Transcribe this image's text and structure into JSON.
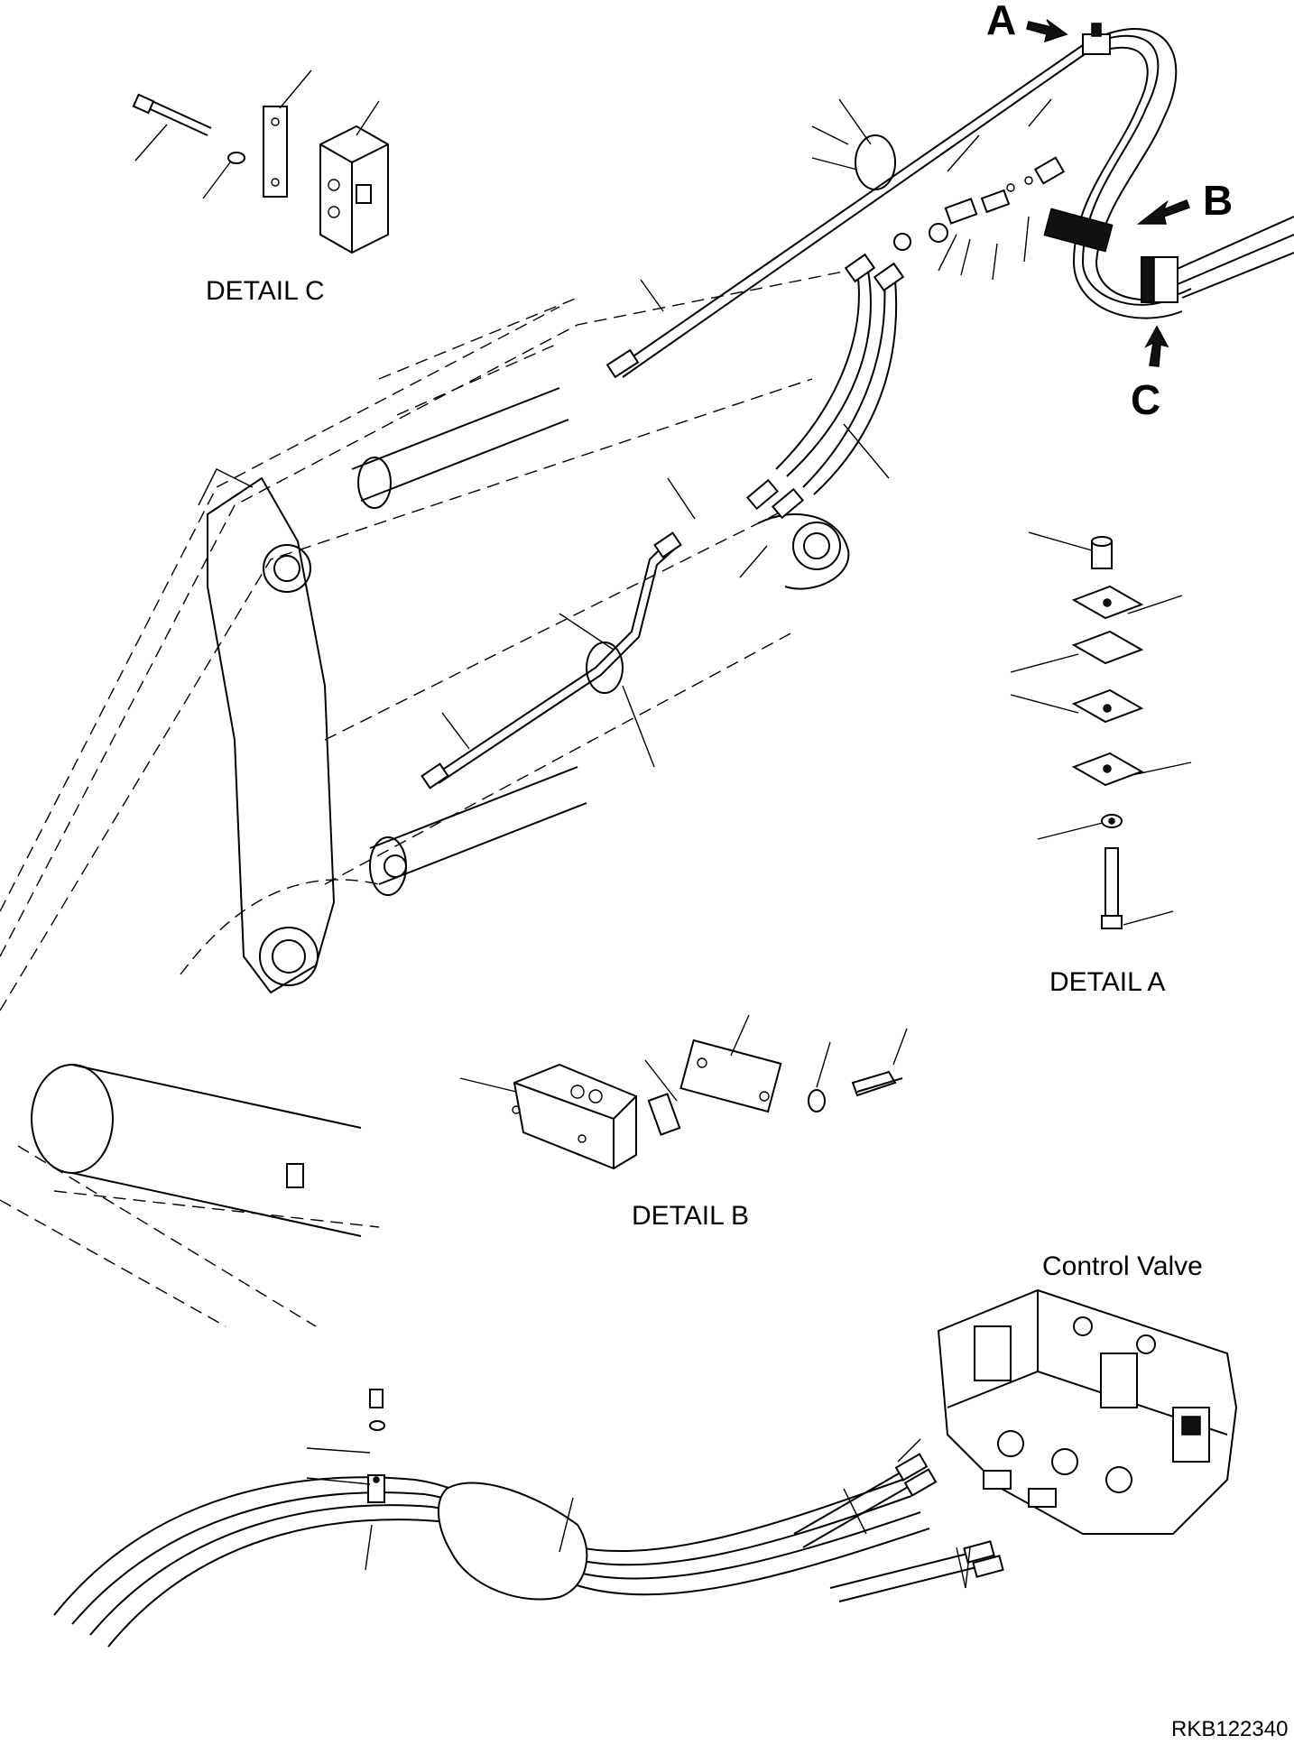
{
  "labels": {
    "detail_a": "DETAIL A",
    "detail_b": "DETAIL B",
    "detail_c": "DETAIL C",
    "control_valve": "Control Valve",
    "drawing_code": "RKB122340"
  },
  "callout_letters": {
    "a": "A",
    "b": "B",
    "c": "C"
  }
}
